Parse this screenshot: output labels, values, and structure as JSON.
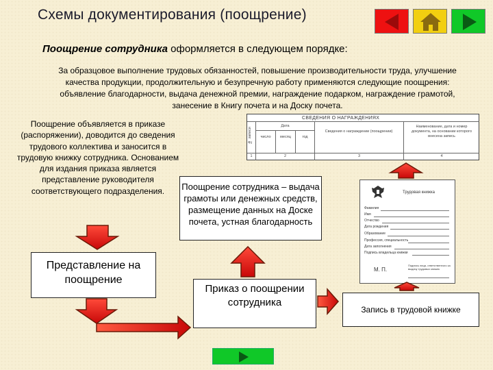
{
  "header": {
    "title": "Схемы документирования (поощрение)"
  },
  "nav": {
    "back_icon": "triangle-left-icon",
    "home_icon": "home-icon",
    "forward_icon": "triangle-right-icon",
    "colors": {
      "back": "#ee1111",
      "home": "#f2cf10",
      "forward": "#10c828"
    }
  },
  "intro": {
    "bold": "Поощрение сотрудника",
    "rest": " оформляется в следующем порядке:"
  },
  "paragraph": "За образцовое выполнение трудовых обязанностей, повышение производительности труда, улучшение качества продукции, продолжительную и безупречную работу применяются следующие поощрения: объявление благодарности, выдача денежной премии, награждение подарком, награждение грамотой, занесение в Книгу почета и на Доску почета.",
  "left_text": "Поощрение объявляется в приказе (распоряжении), доводится до сведения трудового коллектива и заносится в трудовую книжку сотрудника. Основанием для издания приказа является представление руководителя соответствующего подразделения.",
  "boxes": {
    "submission": "Представление на поощрение",
    "award": "Поощрение сотрудника – выдача грамоты или денежных средств, размещение данных на Доске почета, устная благодарность",
    "order": "Приказ о поощрении сотрудника",
    "record": "Запись в трудовой книжке"
  },
  "table_image": {
    "title": "СВЕДЕНИЯ О НАГРАЖДЕНИЯХ",
    "col_num": "№ записи",
    "col_date": "Дата",
    "col_day": "число",
    "col_month": "месяц",
    "col_year": "год",
    "col_info": "Сведения о награждении (поощрении)",
    "col_doc": "Наименование, дата и номер документа, на основании которого внесена запись",
    "n1": "1",
    "n2": "2",
    "n3": "3",
    "n4": "4"
  },
  "card_image": {
    "heading": "Трудовая книжка",
    "rows": [
      "Фамилия",
      "Имя",
      "Отчество",
      "Дата рождения",
      "Образование",
      "Профессия, специальность",
      "Дата заполнения",
      "Подпись владельца книжки"
    ],
    "signature_line": "Подпись лица, ответственного за выдачу трудовых книжек",
    "seal": "М. П."
  },
  "accent_colors": {
    "arrow_red": "#e81010",
    "arrow_outline": "#7a2a10"
  }
}
